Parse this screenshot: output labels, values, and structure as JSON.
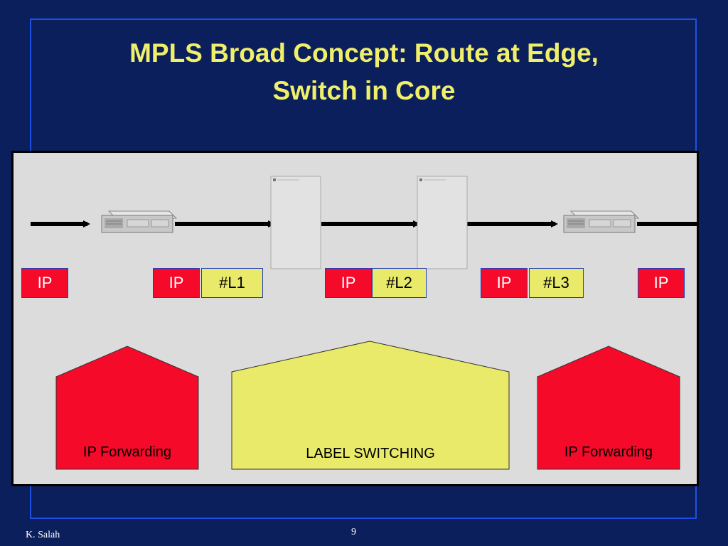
{
  "slide": {
    "title_line1": "MPLS Broad Concept: Route at Edge,",
    "title_line2": "Switch in Core",
    "author": "K. Salah",
    "page_number": "9"
  },
  "packets": {
    "p1": {
      "ip": "IP"
    },
    "p2": {
      "ip": "IP",
      "label": "#L1"
    },
    "p3": {
      "ip": "IP",
      "label": "#L2"
    },
    "p4": {
      "ip": "IP",
      "label": "#L3"
    },
    "p5": {
      "ip": "IP"
    }
  },
  "regions": {
    "left": "IP Forwarding",
    "center": "LABEL SWITCHING",
    "right": "IP Forwarding"
  },
  "colors": {
    "background": "#0b1f5c",
    "title": "#f0ef6a",
    "ip_red": "#f50a2a",
    "label_yellow": "#eaea6a",
    "panel_gray": "#dcdcdc"
  }
}
